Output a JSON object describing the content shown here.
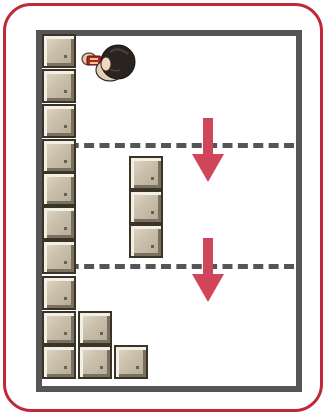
{
  "level": {
    "theme": {
      "frame": "#c0283a",
      "wall": "#555555",
      "arrow": "#d0455a",
      "block": "#c9bfab"
    },
    "sections": 3,
    "gravity": "down",
    "arrows": [
      "arrow-down",
      "arrow-down"
    ],
    "player": {
      "icon": "player-character-icon",
      "facing": "left"
    },
    "blocks": {
      "left_column": 10,
      "floating_column": 3,
      "bottom_stair": 3
    }
  }
}
